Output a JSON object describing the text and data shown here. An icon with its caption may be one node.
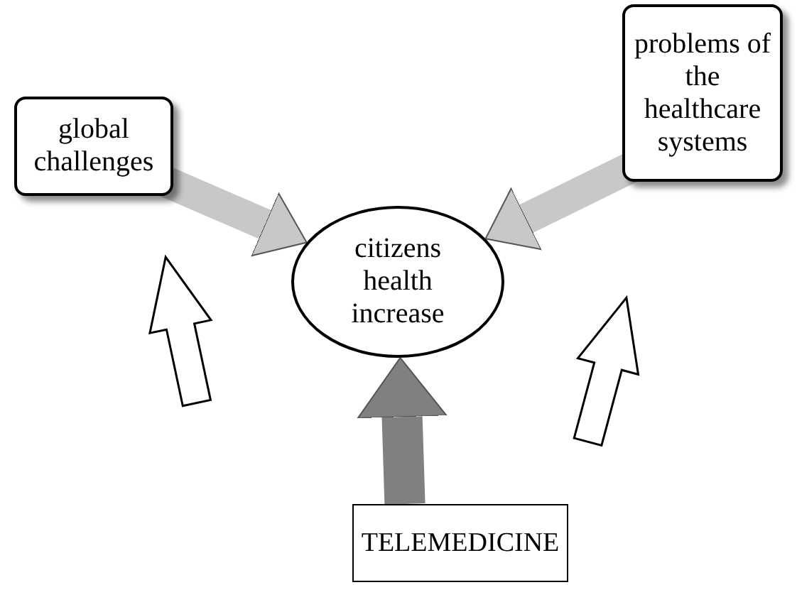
{
  "diagram": {
    "nodes": [
      {
        "text": [
          "global challenges"
        ]
      },
      {
        "text": [
          "problems of the healthcare systems"
        ]
      },
      {
        "text": [
          "citizens health increase"
        ]
      },
      {
        "text": [
          "TELEMEDICINE"
        ]
      }
    ],
    "edges": [
      {
        "from": 0,
        "to": 2,
        "arrow": "to"
      },
      {
        "from": 1,
        "to": 2,
        "arrow": "to"
      },
      {
        "from": 3,
        "to": 2,
        "arrow": "to",
        "color": "#808080"
      }
    ]
  }
}
